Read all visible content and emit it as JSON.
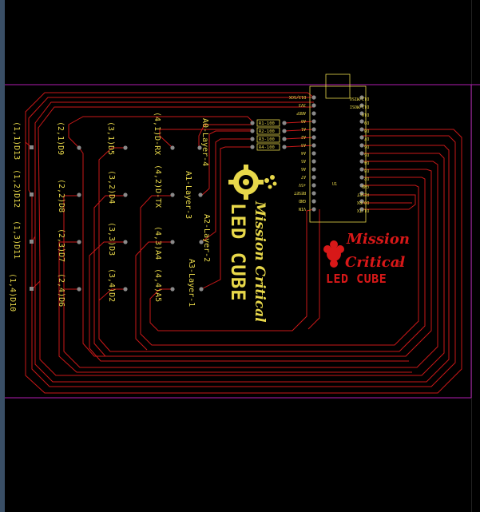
{
  "colors": {
    "background": "#000000",
    "edge_panel": "#3a4f66",
    "board_outline": "#b01cb0",
    "trace": "#c81818",
    "silkscreen": "#e8d84a",
    "logo_red": "#d81818",
    "pad": "#8a8a8a"
  },
  "leds": {
    "col1": [
      "(1,1)D13",
      "(1,2)D12",
      "(1,3)D11",
      "(1,4)D10"
    ],
    "col2": [
      "(2,1)D9",
      "(2,2)D8",
      "(2,3)D7",
      "(2,4)D6"
    ],
    "col3": [
      "(3,1)D5",
      "(3,2)D4",
      "(3,3)D3",
      "(3,4)D2"
    ],
    "col4": [
      "(4,1)D-RX",
      "(4,2)D-TX",
      "(4,3)A4",
      "(4,4)A5"
    ]
  },
  "layers": {
    "l4": "A0-Layer-4",
    "l3": "A1-Layer-3",
    "l2": "A2-Layer-2",
    "l1": "A3-Layer-1"
  },
  "resistors": [
    "R1-100",
    "R2-100",
    "R3-100",
    "R4-100"
  ],
  "arduino": {
    "ref": "U1",
    "left_pins": [
      "D13/SCK",
      "3V3",
      "AREF",
      "A0",
      "A1",
      "A2",
      "A3",
      "A4",
      "A5",
      "A6",
      "A7",
      "+5V",
      "RESET",
      "GND",
      "VIN"
    ],
    "right_pins": [
      "D12/MISO",
      "D11/MOSI",
      "D10",
      "D9",
      "D8",
      "D7",
      "D6",
      "D5",
      "D4",
      "D3",
      "D2",
      "GND",
      "RESET",
      "D0/RX",
      "D1/TX"
    ]
  },
  "logo_small": {
    "line1": "Mission Critical",
    "line2": "LED CUBE"
  },
  "logo_large": {
    "line1": "Mission",
    "line2": "Critical",
    "line3": "LED CUBE",
    "mark": "©"
  },
  "icons": [
    "gear-icon",
    "brain-icon"
  ]
}
